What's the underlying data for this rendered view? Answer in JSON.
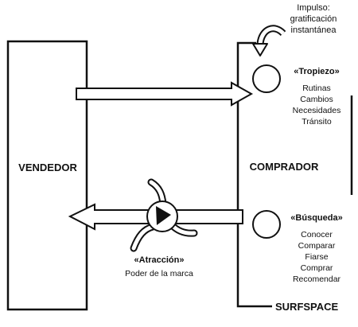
{
  "impulse": {
    "lines": [
      "Impulso:",
      "gratificación",
      "instantánea"
    ]
  },
  "seller": {
    "label": "VENDEDOR"
  },
  "buyer": {
    "label": "COMPRADOR"
  },
  "stumble": {
    "title": "«Tropiezo»",
    "items": [
      "Rutinas",
      "Cambios",
      "Necesidades",
      "Tránsito"
    ]
  },
  "search": {
    "title": "«Búsqueda»",
    "items": [
      "Conocer",
      "Comparar",
      "Fiarse",
      "Comprar",
      "Recomendar"
    ]
  },
  "attraction": {
    "title": "«Atracción»",
    "subtitle": "Poder de la marca"
  },
  "surfspace": {
    "label": "SURFSPACE"
  }
}
